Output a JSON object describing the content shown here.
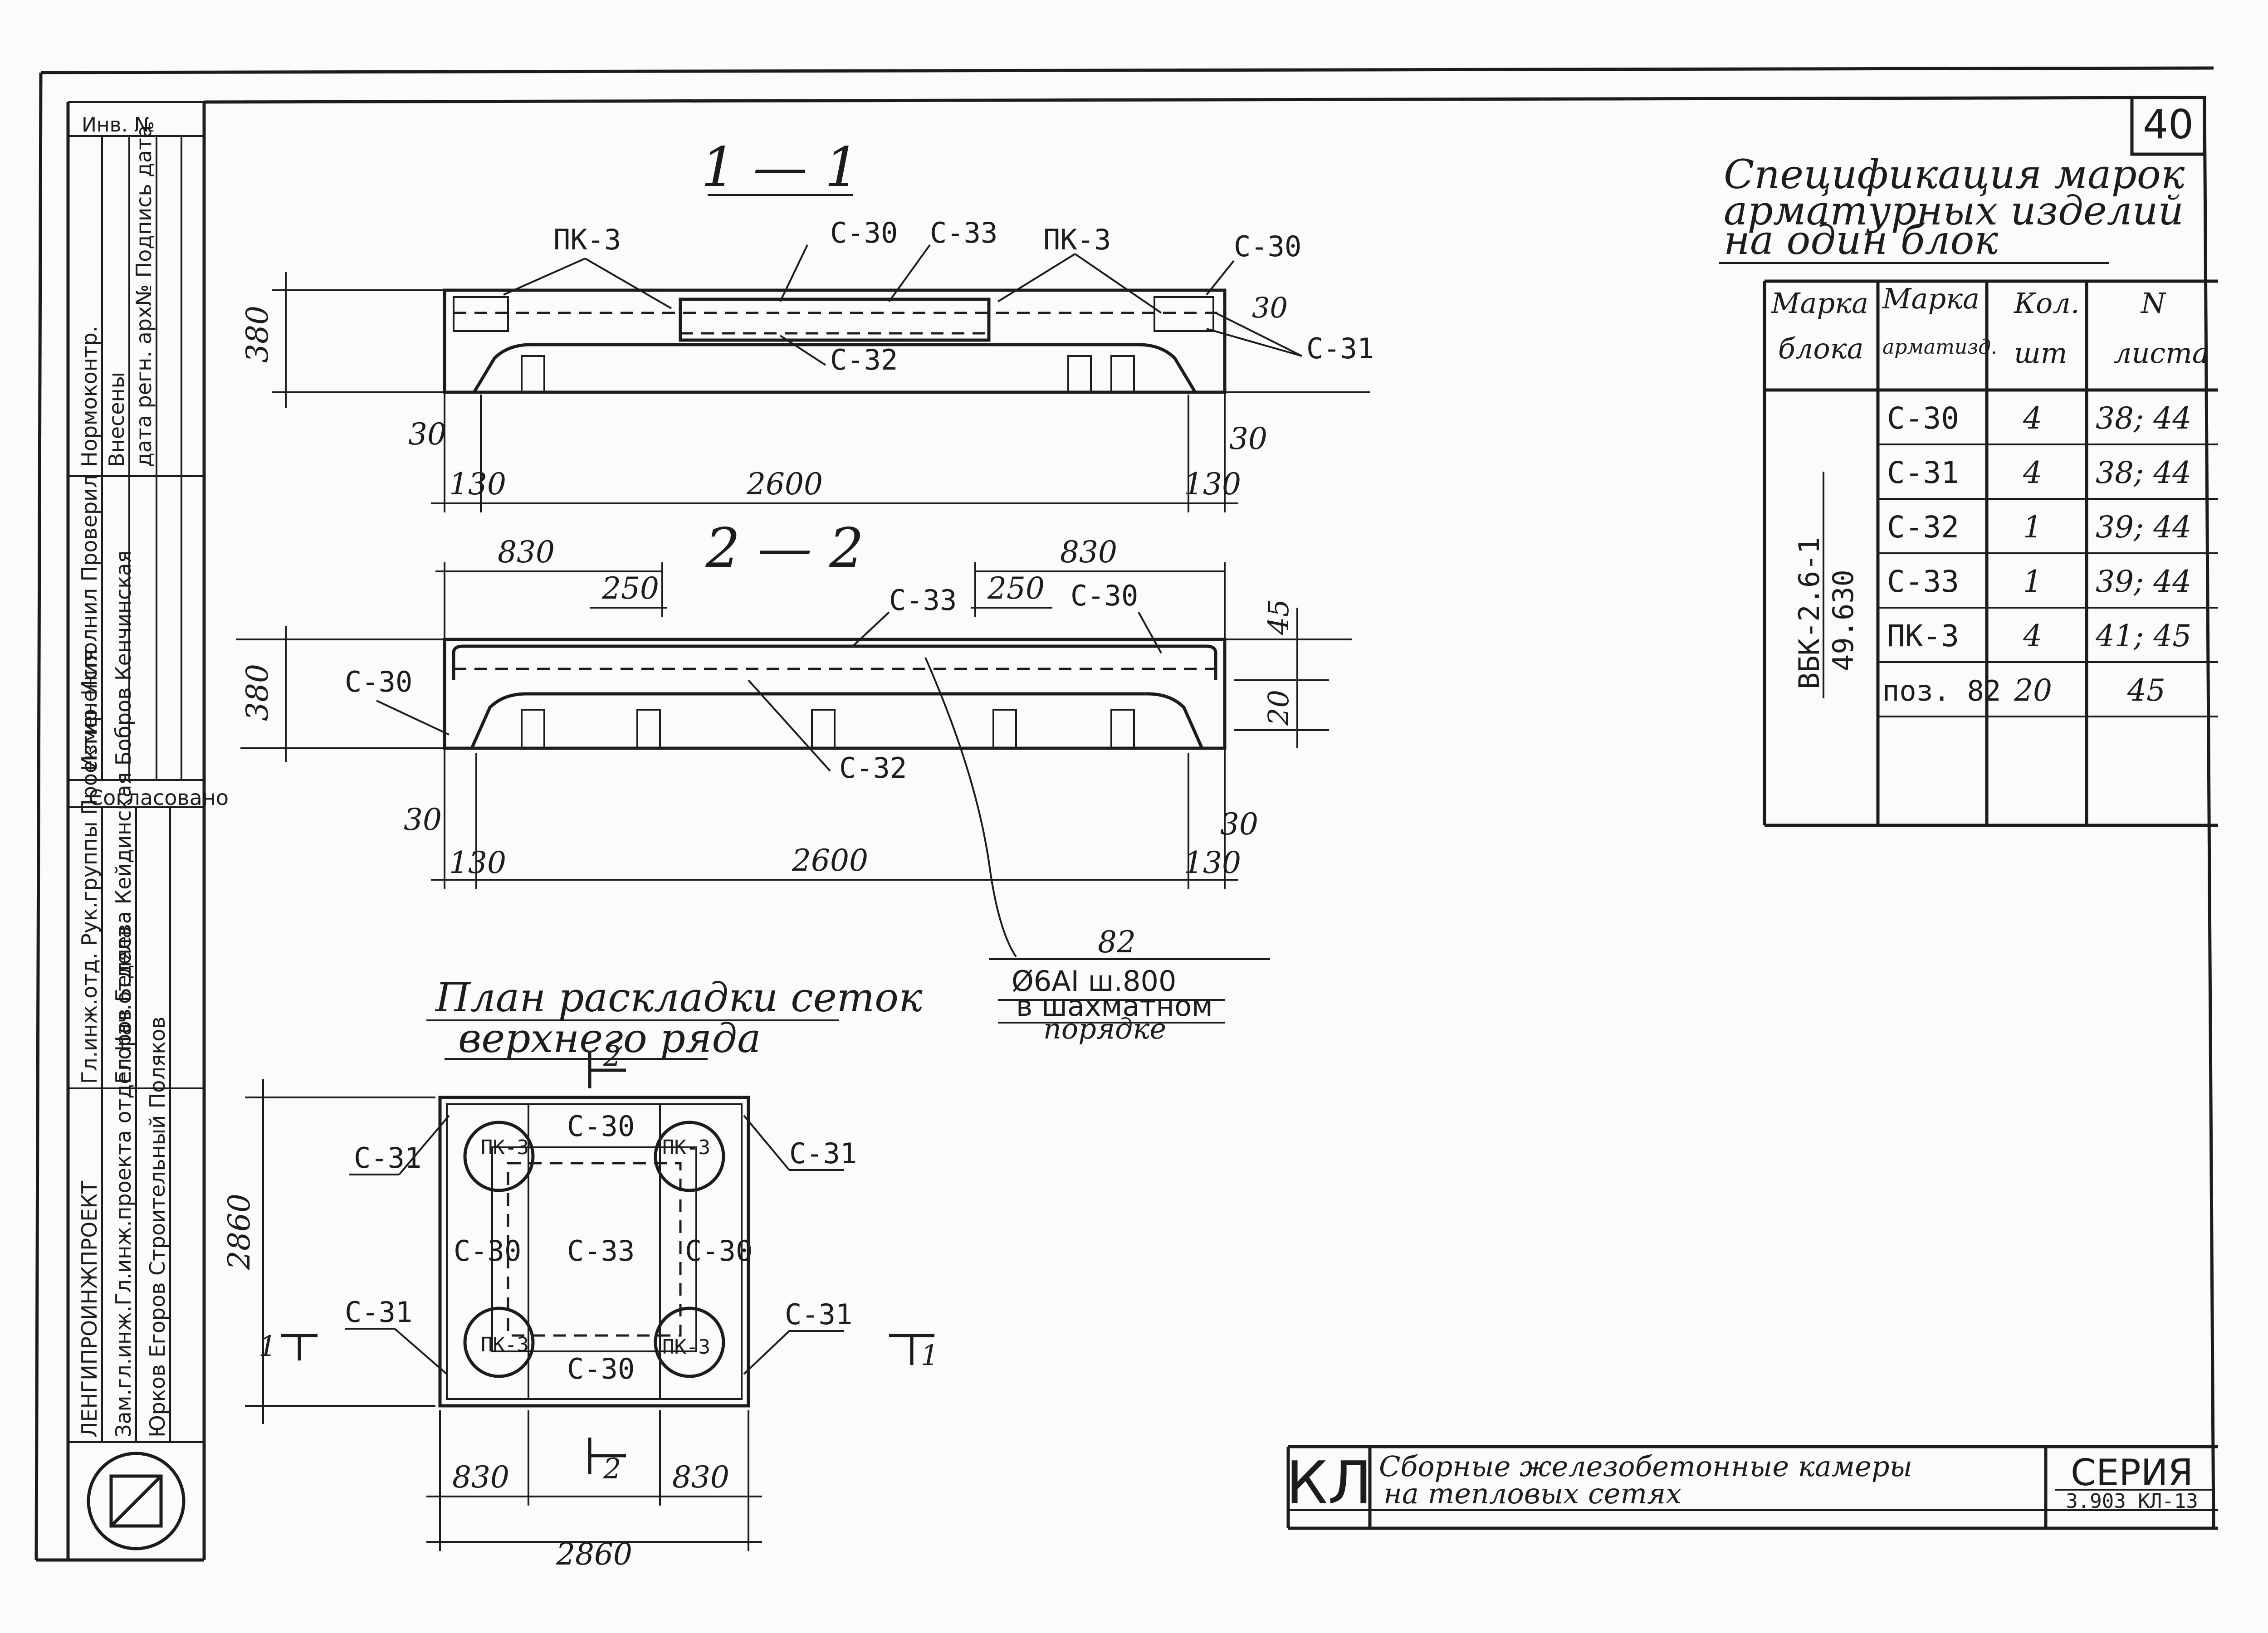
{
  "sheet": {
    "number": "40"
  },
  "section_1_1": {
    "title": "1 — 1",
    "labels": [
      "ПК-3",
      "С-30",
      "С-33",
      "ПК-3",
      "С-30",
      "С-31",
      "С-32"
    ],
    "dims": {
      "height": "380",
      "depth": "30",
      "width": "2600",
      "left_gap": "130",
      "right_gap": "130",
      "left_small": "30",
      "right_small": "30"
    }
  },
  "section_2_2": {
    "title": "2 — 2",
    "labels": {
      "s33": "С-33",
      "s30a": "С-30",
      "s30b": "С-30",
      "s32": "С-32"
    },
    "dims": {
      "left_830": "830",
      "right_830": "830",
      "left_250": "250",
      "right_250": "250",
      "height": "380",
      "top_45": "45",
      "right_20": "20",
      "left_30": "30",
      "right_30": "30",
      "left_130": "130",
      "right_130": "130",
      "width": "2600"
    },
    "callout": {
      "num": "82",
      "line1": "Ø6AI ш.800",
      "line2": "в шахматном",
      "line3": "порядке"
    }
  },
  "plan": {
    "title_line1": "План раскладки сеток",
    "title_line2": "верхнего ряда",
    "cut_mark": "2",
    "cut_left": "1",
    "cut_right": "1",
    "labels": {
      "s31_tl": "С-31",
      "s31_tr": "С-31",
      "s31_bl": "С-31",
      "s31_br": "С-31",
      "s30_top": "С-30",
      "s30_left": "С-30",
      "s30_right": "С-30",
      "s30_bottom": "С-30",
      "s33": "С-33",
      "pk_tl": "ПК-3",
      "pk_tr": "ПК-3",
      "pk_bl": "ПК-3",
      "pk_br": "ПК-3"
    },
    "dims": {
      "height": "2860",
      "width": "2860",
      "left_830": "830",
      "right_830": "830"
    }
  },
  "spec": {
    "title_line1": "Спецификация марок",
    "title_line2": "арматурных изделий",
    "title_line3": "на один блок",
    "headers": {
      "col1_a": "Марка",
      "col1_b": "блока",
      "col2_a": "Марка",
      "col2_b": "арматизд.",
      "col3_a": "Кол.",
      "col3_b": "шт",
      "col4_a": "N",
      "col4_b": "листа"
    },
    "block_mark": "ВБК-2.6-1",
    "block_sub": "49.630",
    "rows": [
      {
        "item": "С-30",
        "qty": "4",
        "sheet": "38; 44"
      },
      {
        "item": "С-31",
        "qty": "4",
        "sheet": "38; 44"
      },
      {
        "item": "С-32",
        "qty": "1",
        "sheet": "39; 44"
      },
      {
        "item": "С-33",
        "qty": "1",
        "sheet": "39; 44"
      },
      {
        "item": "ПК-3",
        "qty": "4",
        "sheet": "41; 45"
      },
      {
        "item": "поз. 82",
        "qty": "20",
        "sheet": "45"
      }
    ]
  },
  "title_block": {
    "code": "КЛ",
    "line1": "Сборные железобетонные камеры",
    "line2": "на тепловых сетях",
    "series_label": "СЕРИЯ",
    "series_num": "3.903 КЛ-13"
  },
  "left_stamp": {
    "changes_title": "Изменения",
    "changes_line2": "Внесены",
    "changes_line3": "Нормоконтр.",
    "changes_cols": "дата регн. арх№ Подпись дата",
    "inv": "Инв. №",
    "agreed": "Согласовано",
    "org": "ЛЕНГИПРОИНЖПРОЕКТ",
    "roles": "Зам.гл.инж.Гл.инж.проекта отдел Нач.отдела",
    "names": "Юрков Егоров Строительный Поляков",
    "roles2": "Гл.инж.отд. Рук.группы Проектир. Исполнил Проверил",
    "names2": "Егоров Беляева Кейдинская Бобров Кенчинская"
  }
}
